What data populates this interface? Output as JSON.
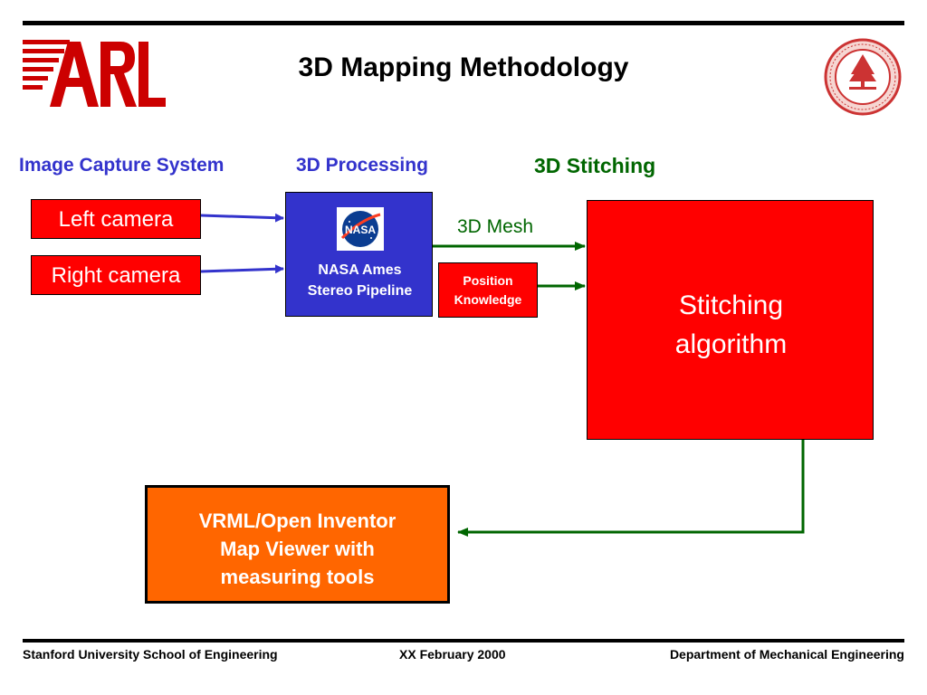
{
  "slide": {
    "title": "3D Mapping Methodology"
  },
  "logos": {
    "left": {
      "text": "ARL",
      "color": "#cc0000"
    },
    "right": {
      "kind": "university seal",
      "color": "#cc3333"
    }
  },
  "headers": {
    "image_capture": "Image Capture System",
    "processing": "3D Processing",
    "stitching": "3D Stitching"
  },
  "boxes": {
    "left_camera": "Left camera",
    "right_camera": "Right camera",
    "nasa": {
      "logo_text": "NASA",
      "line1": "NASA Ames",
      "line2": "Stereo Pipeline"
    },
    "position": {
      "line1": "Position",
      "line2": "Knowledge"
    },
    "stitching": {
      "line1": "Stitching",
      "line2": "algorithm"
    },
    "viewer": {
      "line1": "VRML/Open Inventor",
      "line2": "Map Viewer with",
      "line3": "measuring tools"
    }
  },
  "labels": {
    "mesh": "3D Mesh"
  },
  "footer": {
    "left": "Stanford University School of Engineering",
    "center": "XX February 2000",
    "right": "Department of Mechanical Engineering"
  },
  "colors": {
    "blue_header": "#3333cc",
    "green_header": "#006600",
    "box_red": "#ff0000",
    "box_blue": "#3333cc",
    "box_orange": "#ff6600",
    "arrow_blue": "#3333cc",
    "arrow_green": "#006600"
  }
}
